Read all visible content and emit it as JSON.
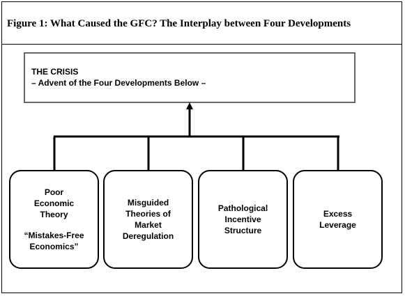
{
  "figure": {
    "title": "Figure 1: What Caused the GFC? The Interplay between Four Developments"
  },
  "crisis": {
    "title": "THE CRISIS",
    "subtitle": "– Advent of the Four Developments Below –"
  },
  "developments": [
    {
      "lines": [
        "Poor",
        "Economic",
        "Theory"
      ],
      "extra_lines": [
        "“Mistakes-Free",
        "Economics”"
      ]
    },
    {
      "lines": [
        "Misguided",
        "Theories of",
        "Market",
        "Deregulation"
      ]
    },
    {
      "lines": [
        "Pathological",
        "Incentive",
        "Structure"
      ]
    },
    {
      "lines": [
        "Excess",
        "Leverage"
      ]
    }
  ]
}
